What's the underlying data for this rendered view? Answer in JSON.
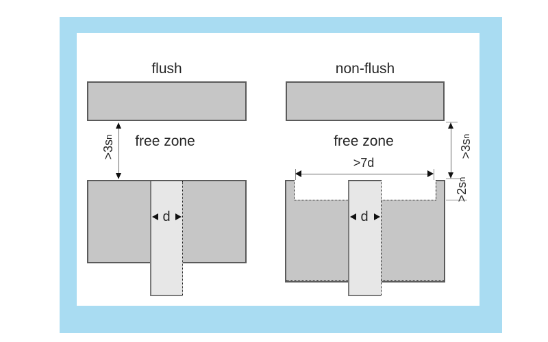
{
  "colors": {
    "frame": "#a9dcf2",
    "panel": "#ffffff",
    "metal": "#c6c6c6",
    "sensor": "#e7e7e7",
    "edge": "#5a5a5a",
    "sensor_edge": "#7a7a7a",
    "dim_line": "#666666",
    "arrow": "#111111",
    "tick": "#888888",
    "text": "#262626"
  },
  "diagram_left": {
    "title": "flush",
    "free_zone_label": "free zone",
    "dim_3sn": {
      "main": ">3s",
      "sub": "n"
    },
    "dim_d": "d"
  },
  "diagram_right": {
    "title": "non-flush",
    "free_zone_label": "free zone",
    "dim_7d": ">7d",
    "dim_3sn": {
      "main": ">3s",
      "sub": "n"
    },
    "dim_2sn": {
      "main": ">2s",
      "sub": "n"
    },
    "dim_d": "d"
  }
}
